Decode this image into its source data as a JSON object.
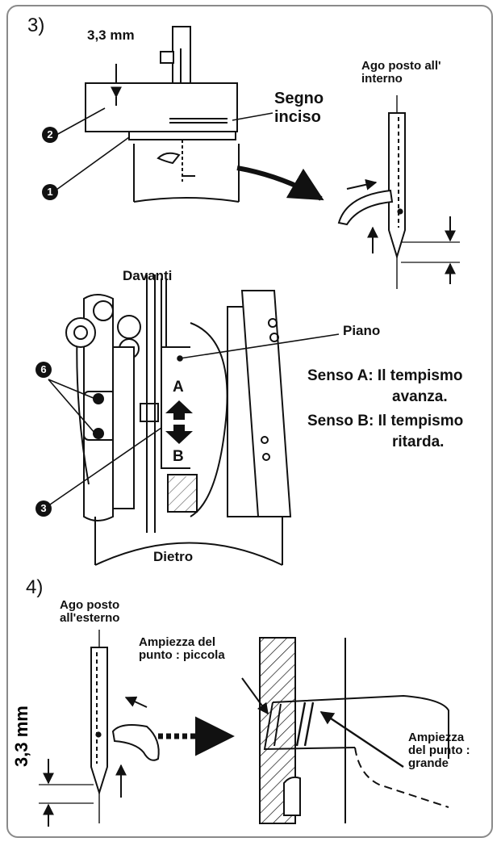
{
  "step3": {
    "number": "3)",
    "dimension": "3,3 mm",
    "engraved_mark_label": "Segno\ninciso",
    "needle_inside_label": "Ago posto all'\ninterno",
    "badge_1": "1",
    "badge_2": "2"
  },
  "hook_view": {
    "front_label": "Davanti",
    "rear_label": "Dietro",
    "plane_label": "Piano",
    "arrow_a": "A",
    "arrow_b": "B",
    "badge_6": "6",
    "badge_3": "3",
    "direction_a": "Senso A: Il tempismo",
    "direction_a_cont": "avanza.",
    "direction_b": "Senso B: Il tempismo",
    "direction_b_cont": "ritarda."
  },
  "step4": {
    "number": "4)",
    "needle_outside_label": "Ago posto\nall'esterno",
    "dimension": "3,3 mm",
    "stitch_small_label": "Ampiezza del\npunto : piccola",
    "stitch_large_label": "Ampiezza\ndel punto :\ngrande"
  },
  "colors": {
    "ink": "#111111",
    "frame": "#8a8a8a"
  }
}
